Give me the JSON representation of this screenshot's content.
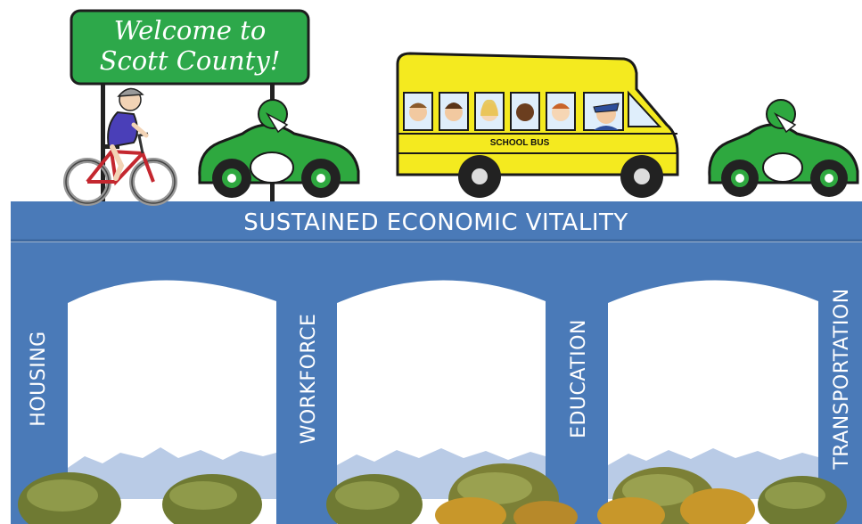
{
  "sign": {
    "line1": "Welcome to",
    "line2": "Scott County!"
  },
  "bus": {
    "label": "SCHOOL BUS"
  },
  "bridge": {
    "deck_label": "SUSTAINED ECONOMIC   VITALITY",
    "pillars": [
      "HOUSING",
      "WORKFORCE",
      "EDUCATION",
      "TRANSPORTATION"
    ]
  },
  "colors": {
    "bridge_blue": "#4a7ab8",
    "sign_green": "#2da84a",
    "car_green": "#2ea83f",
    "bus_yellow": "#f4ea1f"
  }
}
